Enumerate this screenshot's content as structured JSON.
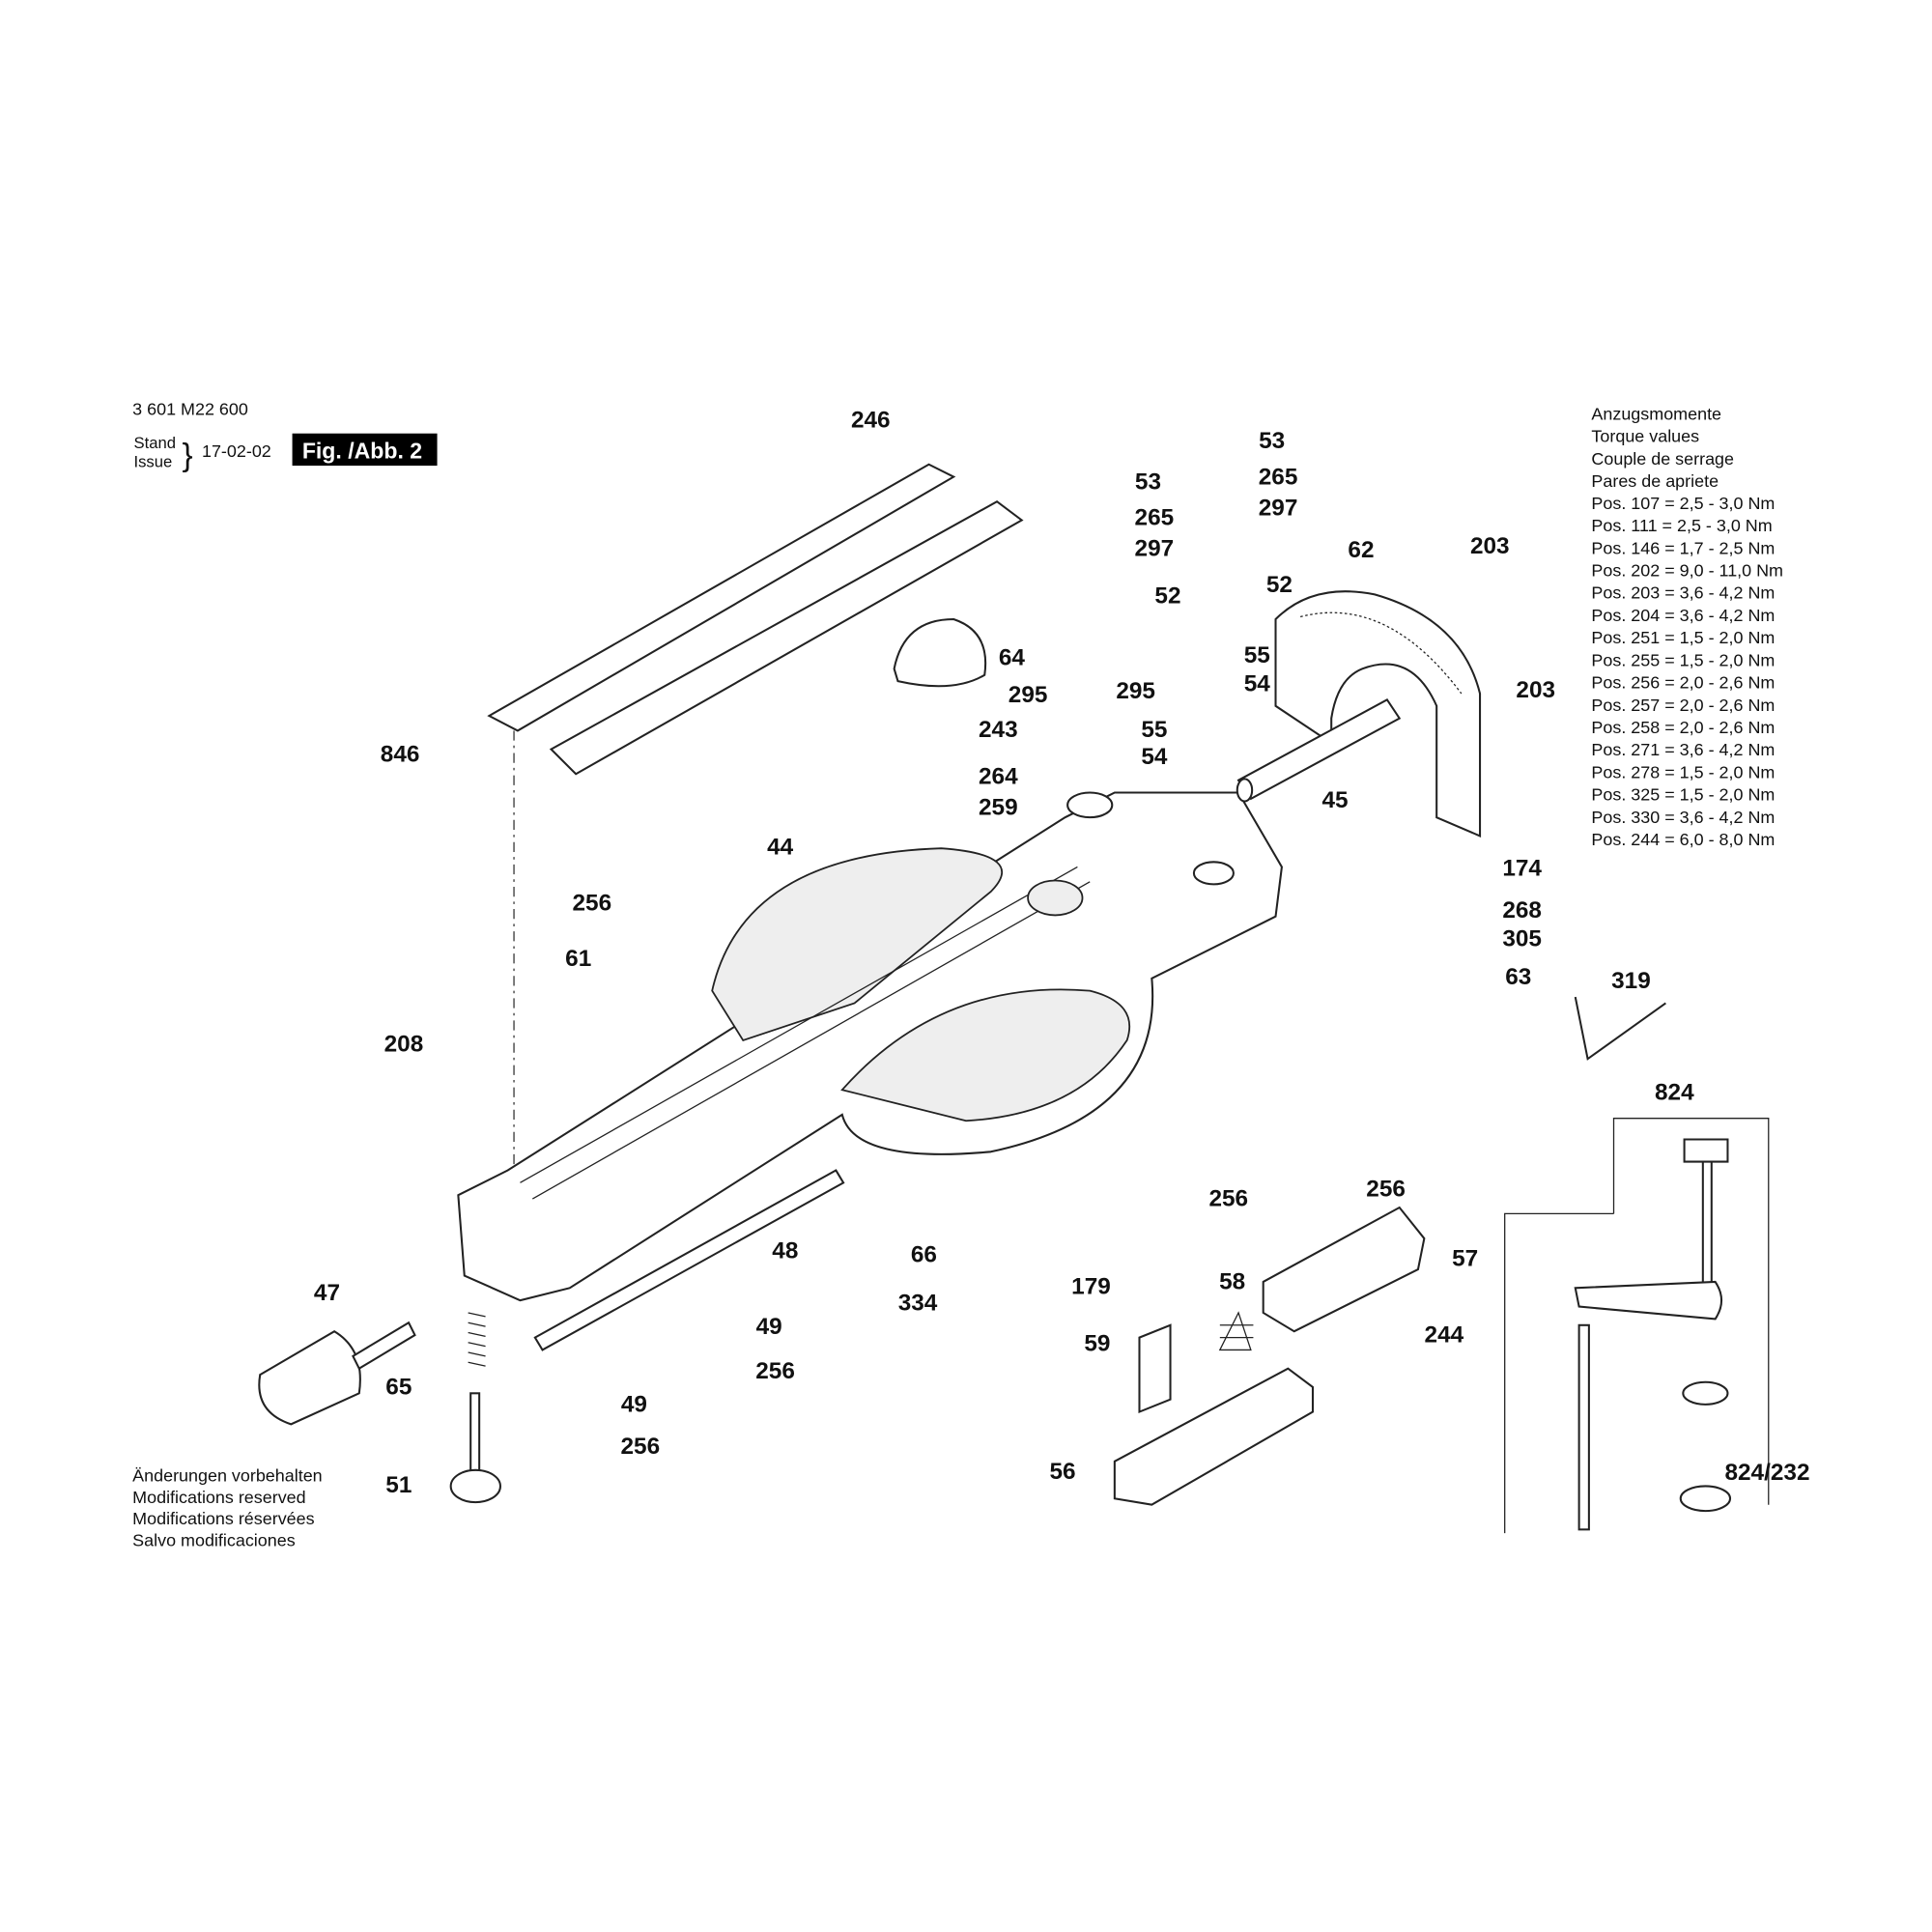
{
  "header": {
    "part_number": "3 601 M22 600",
    "stand_label": "Stand",
    "issue_label": "Issue",
    "date": "17-02-02",
    "figure": "Fig. /Abb. 2"
  },
  "torque": {
    "titles": [
      "Anzugsmomente",
      "Torque values",
      "Couple de serrage",
      "Pares de apriete"
    ],
    "rows": [
      "Pos.   107 = 2,5 - 3,0 Nm",
      "Pos.   111 = 2,5 - 3,0 Nm",
      "Pos.   146 = 1,7 - 2,5 Nm",
      "Pos.   202 = 9,0 - 11,0 Nm",
      "Pos.   203 = 3,6 - 4,2 Nm",
      "Pos.   204 = 3,6 - 4,2 Nm",
      "Pos.   251 = 1,5 - 2,0 Nm",
      "Pos.   255 = 1,5 - 2,0 Nm",
      "Pos.   256 = 2,0 - 2,6 Nm",
      "Pos.   257 = 2,0 - 2,6 Nm",
      "Pos.   258 = 2,0 - 2,6 Nm",
      "Pos.   271 = 3,6 - 4,2 Nm",
      "Pos.   278 = 1,5 - 2,0 Nm",
      "Pos.   325 = 1,5 - 2,0 Nm",
      "Pos.   330 = 3,6 - 4,2 Nm",
      "Pos.   244 = 6,0 - 8,0 Nm"
    ]
  },
  "footer": [
    "Änderungen vorbehalten",
    "Modifications reserved",
    "Modifications réservées",
    "Salvo modificaciones"
  ],
  "part_labels": [
    "246",
    "53",
    "265",
    "297",
    "53",
    "265",
    "297",
    "52",
    "52",
    "62",
    "203",
    "64",
    "55",
    "295",
    "295",
    "54",
    "243",
    "55",
    "54",
    "846",
    "264",
    "259",
    "45",
    "203",
    "44",
    "174",
    "256",
    "268",
    "305",
    "61",
    "63",
    "319",
    "208",
    "824",
    "256",
    "256",
    "57",
    "48",
    "66",
    "47",
    "179",
    "58",
    "334",
    "49",
    "244",
    "59",
    "65",
    "256",
    "49",
    "256",
    "51",
    "56",
    "824/232"
  ]
}
